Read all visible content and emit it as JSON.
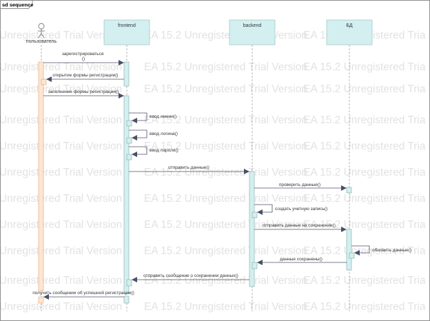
{
  "frame": {
    "title": "sd sequence"
  },
  "watermark": {
    "line_a": "2 Unregistered Trial Version",
    "line_b": "EA 15.2 Unregistered Trial Version",
    "line_c": "EA 15.2 Unregistered Tria"
  },
  "colors": {
    "actor_activation": "#fde6d2",
    "activation": "#d3efef",
    "lifeline_box": "#d3efef",
    "arrow": "#4a5068"
  },
  "participants": {
    "user": {
      "label": "пользователь",
      "icon": "stick-figure-actor-icon"
    },
    "frontend": {
      "label": "frontend"
    },
    "backend": {
      "label": "backend"
    },
    "db": {
      "label": "БД"
    }
  },
  "messages": {
    "m1": "зарегистрироваться\n()",
    "m2": "открытие формы регистрации()",
    "m3": "заполнение формы регистрации()",
    "m4": "ввод имени()",
    "m5": "ввод логина()",
    "m6": "ввод пароля()",
    "m7": "отправить данные()",
    "m8": "проверить данные()",
    "m9": "создать учетную запись()",
    "m10": "отправить данные на сохранение()",
    "m11": "обновить данные()",
    "m12": "данные сохранены()",
    "m13": "отправить сообщение о сохранении данных()",
    "m14": "получить сообщении об успешной регистрации()"
  }
}
